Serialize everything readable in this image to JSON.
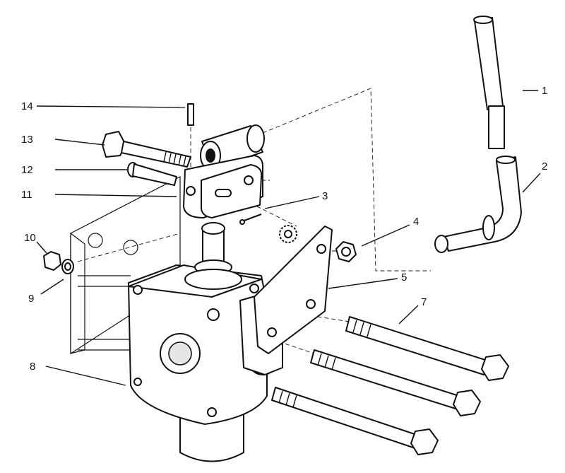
{
  "callouts": [
    {
      "key": "handle_grip",
      "text": "1"
    },
    {
      "key": "lever",
      "text": "2"
    },
    {
      "key": "cotter_pin",
      "text": "3"
    },
    {
      "key": "lock_nut_small",
      "text": "4"
    },
    {
      "key": "bracket",
      "text": "5"
    },
    {
      "key": "long_bolts",
      "text": "7"
    },
    {
      "key": "valve_body",
      "text": "8"
    },
    {
      "key": "washer",
      "text": "9"
    },
    {
      "key": "nut",
      "text": "10"
    },
    {
      "key": "clevis_links",
      "text": "11"
    },
    {
      "key": "clevis_pin",
      "text": "12"
    },
    {
      "key": "pivot_bolt",
      "text": "13"
    },
    {
      "key": "roll_pin",
      "text": "14"
    }
  ]
}
